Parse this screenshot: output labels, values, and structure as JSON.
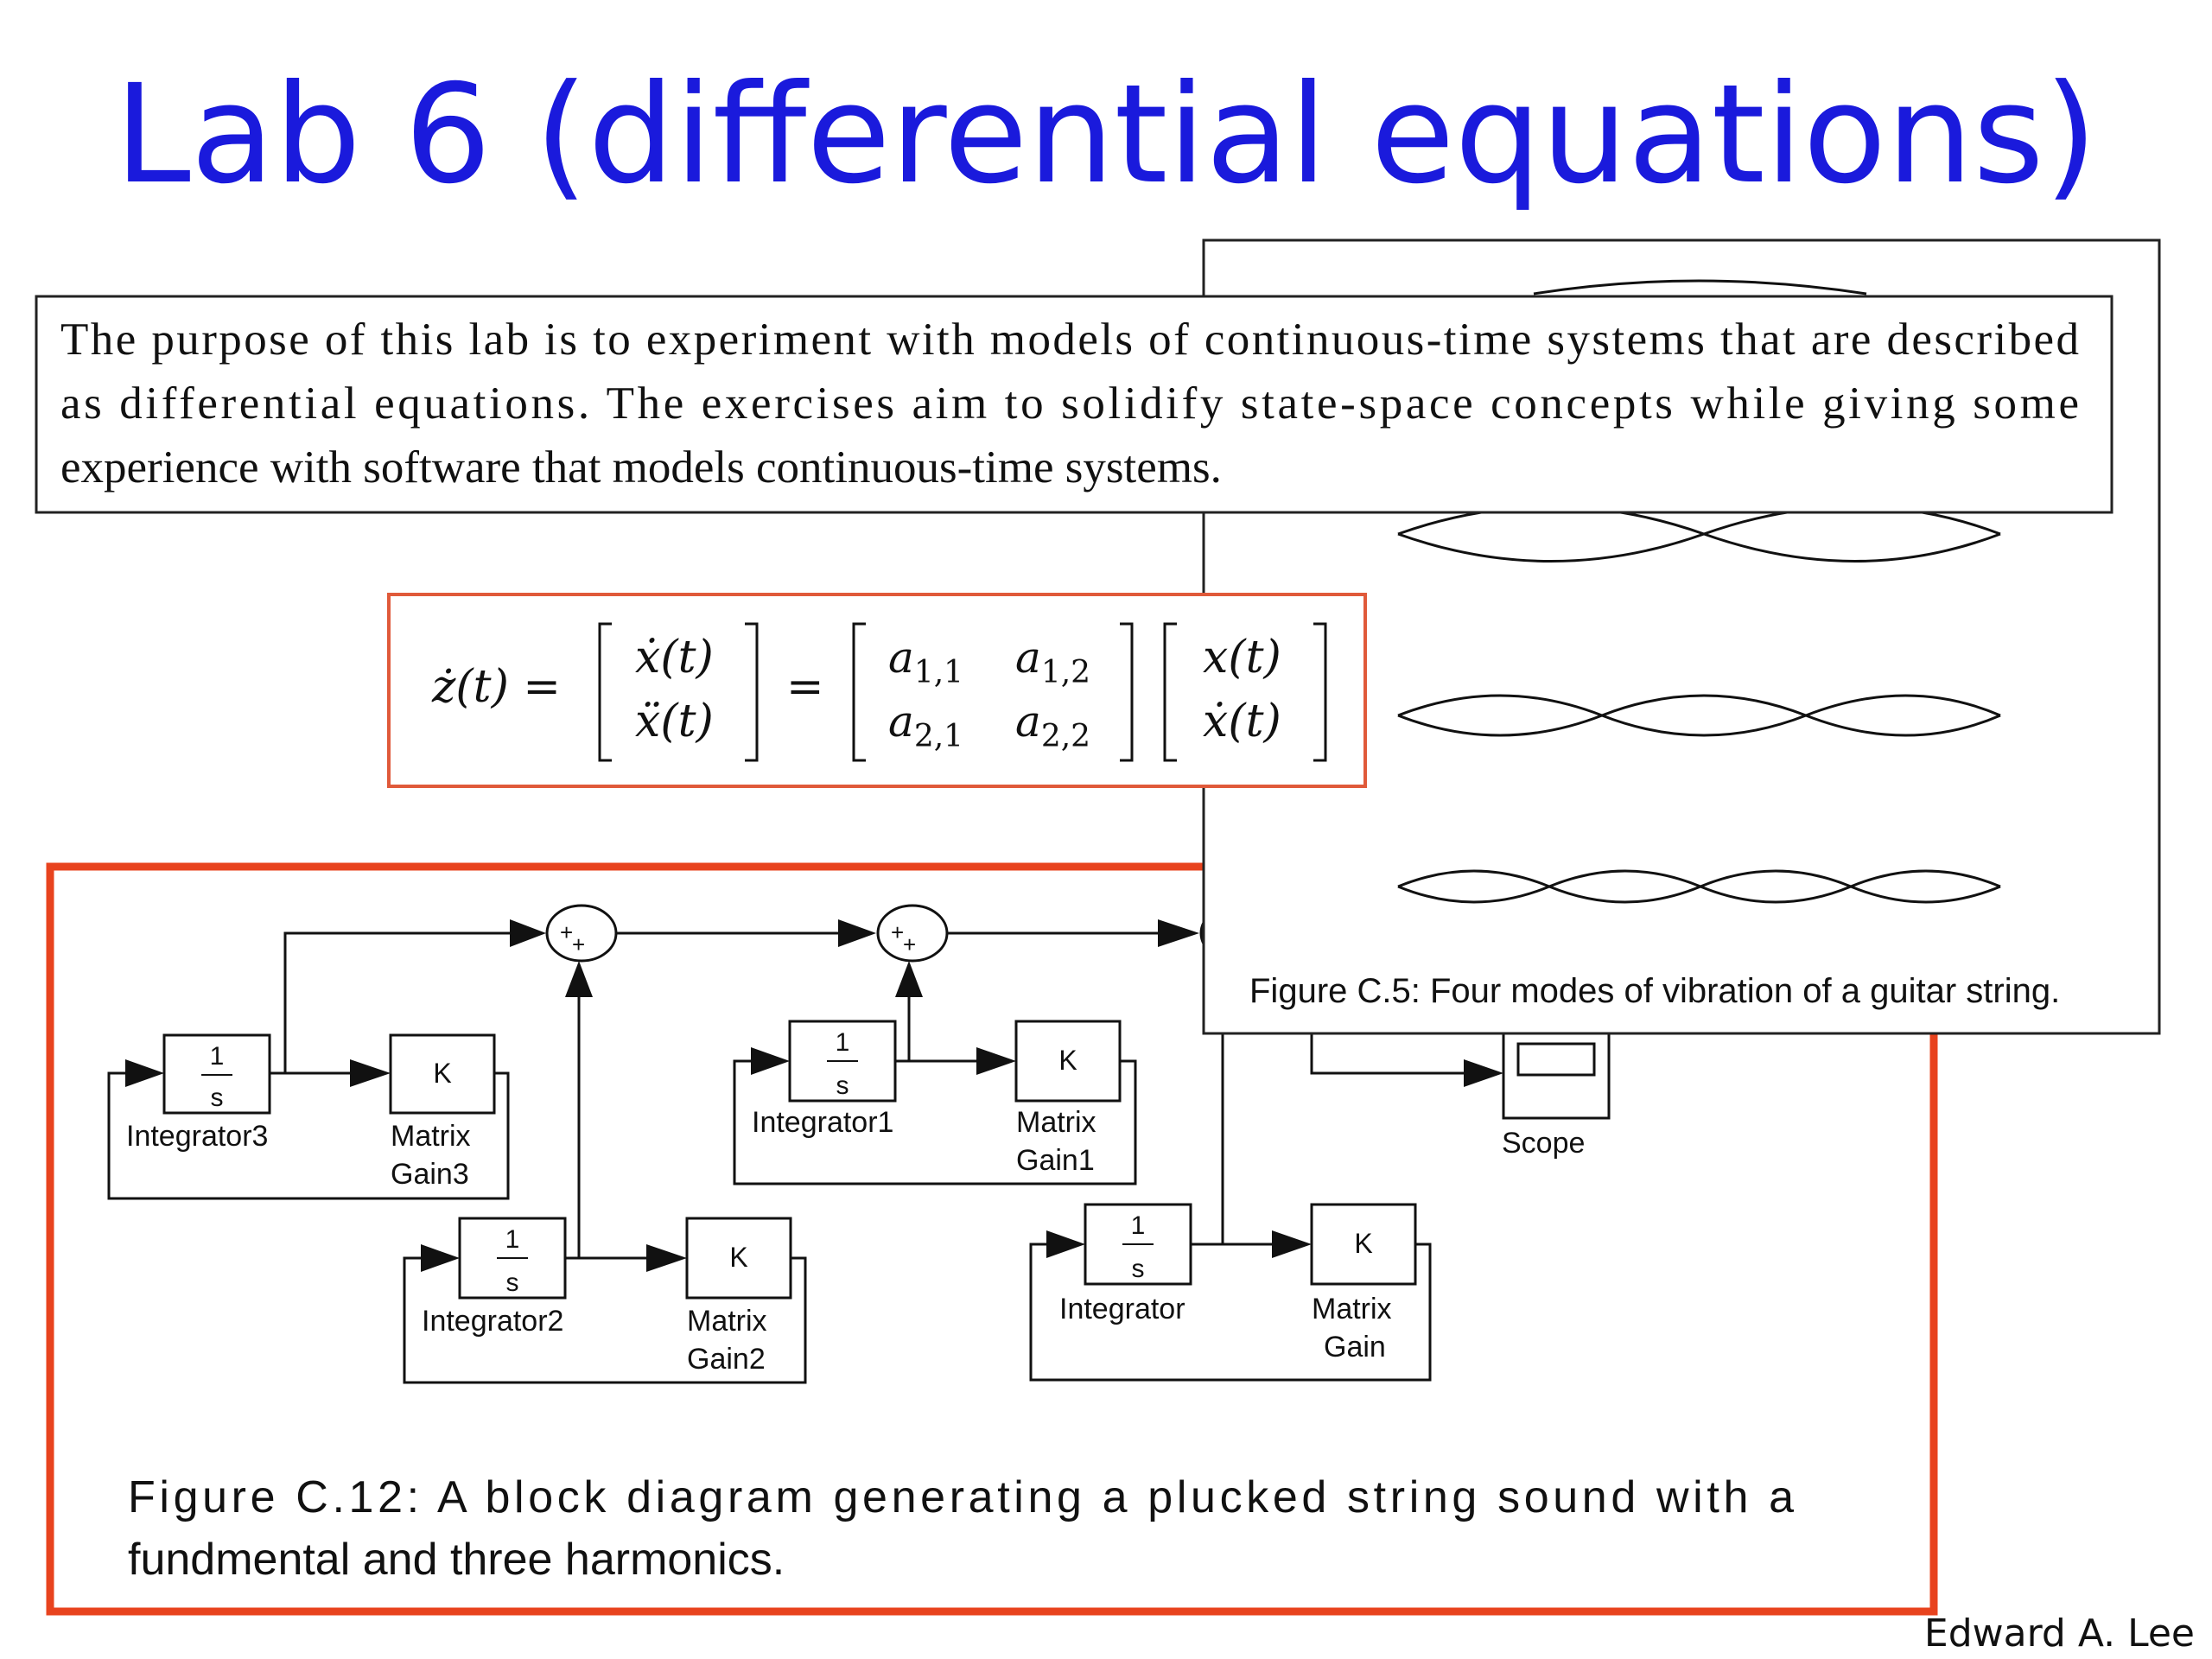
{
  "slide": {
    "title": "Lab 6 (differential equations)",
    "author": "Edward A. Lee"
  },
  "intro": {
    "line1": "The purpose of this lab is to experiment with models of continuous-time  systems that are described",
    "line2": "as differential equations.  The exercises aim to solidify state-space concepts while giving some",
    "line3": "experience with software that models continuous-time systems."
  },
  "equation": {
    "lhs": "ż(t) =",
    "vec1": [
      "ẋ(t)",
      "ẍ(t)"
    ],
    "eq": "=",
    "matrix": [
      [
        "a",
        "1,1",
        "a",
        "1,2"
      ],
      [
        "a",
        "2,1",
        "a",
        "2,2"
      ]
    ],
    "vec2": [
      "x(t)",
      "ẋ(t)"
    ]
  },
  "figure_c5": {
    "caption": "Figure C.5: Four modes of vibration of a guitar string."
  },
  "figure_c12": {
    "caption_line1": "Figure C.12:  A block diagram generating a plucked string sound with a",
    "caption_line2": "fundmental and three harmonics.",
    "integrator_num": "1",
    "integrator_den": "s",
    "gain_symbol": "K",
    "sum_signs": "+",
    "blocks": {
      "integrator3": "Integrator3",
      "gain3_a": "Matrix",
      "gain3_b": "Gain3",
      "integrator2": "Integrator2",
      "gain2_a": "Matrix",
      "gain2_b": "Gain2",
      "integrator1": "Integrator1",
      "gain1_a": "Matrix",
      "gain1_b": "Gain1",
      "integrator": "Integrator",
      "gain_a": "Matrix",
      "gain_b": "Gain",
      "scope": "Scope"
    }
  },
  "colors": {
    "title": "#1a1adc",
    "highlight_border": "#e8431e",
    "equation_border": "#e05a3a"
  }
}
